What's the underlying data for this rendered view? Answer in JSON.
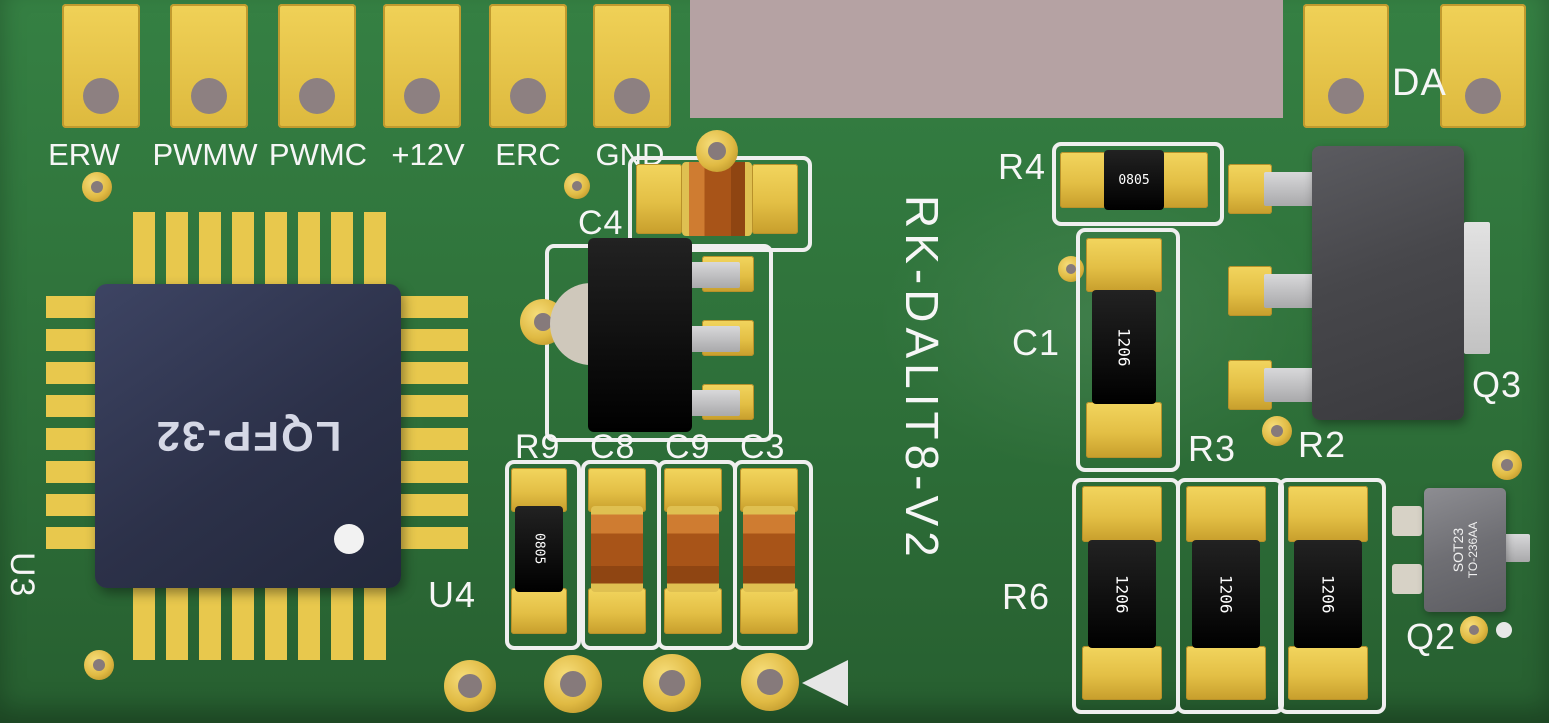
{
  "colors": {
    "background": "#b5a2a3",
    "board_green": "#2f7038",
    "pad_gold": "#e8c84d",
    "silkscreen": "#f2f2f2",
    "ic_navy": "#2c3149",
    "capacitor_orange": "#a85418",
    "component_black": "#111111",
    "package_gray": "#47474b"
  },
  "connector": {
    "labels": [
      "ERW",
      "PWMW",
      "PWMC",
      "+12V",
      "ERC",
      "GND"
    ]
  },
  "da_header": {
    "label": "DA"
  },
  "title": {
    "text": "RK-DALIT8-V2"
  },
  "designators": {
    "u3": "U3",
    "u4": "U4",
    "c4": "C4",
    "r9": "R9",
    "c8": "C8",
    "c9": "C9",
    "c3": "C3",
    "r4": "R4",
    "c1": "C1",
    "q3": "Q3",
    "r3": "R3",
    "r2": "R2",
    "r6": "R6",
    "q2": "Q2"
  },
  "markings": {
    "ic_package": "LQFP-32",
    "r9": "0805",
    "r4": "0805",
    "c1": "1206",
    "res_a": "1206",
    "res_b": "1206",
    "res_c": "1206",
    "q2_package": "SOT23",
    "q2_jedec": "TO-236AA"
  }
}
